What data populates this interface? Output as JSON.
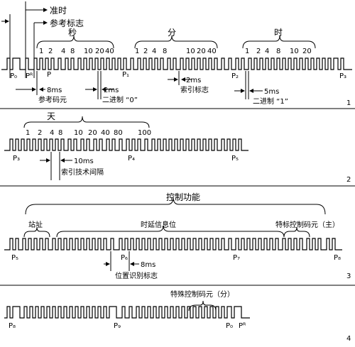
{
  "section1": {
    "top_labels": {
      "on_time": "准时",
      "ref_flag": "参考标志"
    },
    "groups": {
      "seconds": "秒",
      "minutes": "分",
      "hours": "时"
    },
    "sec_weights": [
      "1",
      "2",
      "4",
      "8",
      "10",
      "20",
      "40"
    ],
    "min_weights": [
      "1",
      "2",
      "4",
      "8",
      "10",
      "20",
      "40"
    ],
    "hour_weights": [
      "1",
      "2",
      "4",
      "8",
      "10",
      "20"
    ],
    "markers": {
      "p0": "P₀",
      "pr": "Pᴿ",
      "p": "P",
      "p1": "P₁",
      "p2": "P₂",
      "p3": "P₃"
    },
    "annotations": {
      "ms8": "8ms",
      "ref_code": "参考码元",
      "ms2a": "2ms",
      "binary0": "二进制 “0”",
      "ms2b": "2ms",
      "index_flag": "索引标志",
      "ms5": "5ms",
      "binary1": "二进制 “1”"
    },
    "number": "1"
  },
  "section2": {
    "group": "天",
    "day_weights": [
      "1",
      "2",
      "4",
      "8",
      "10",
      "20",
      "40",
      "80",
      "100"
    ],
    "markers": {
      "p3": "P₃",
      "p4": "P₄",
      "p5": "P₅"
    },
    "annotations": {
      "ms10": "10ms",
      "index_interval": "索引技术间隔"
    },
    "number": "2"
  },
  "section3": {
    "control": "控制功能",
    "station": "站址",
    "delay": "时延信息位",
    "special_main": "特标控制码元（主）",
    "markers": {
      "p5": "P₅",
      "p6": "P₆",
      "p7": "P₇",
      "p8": "P₈"
    },
    "annotations": {
      "ms8": "8ms",
      "pos_flag": "位置识别标志"
    },
    "number": "3"
  },
  "section4": {
    "special_sub": "特殊控制码元（分）",
    "markers": {
      "p8": "P₈",
      "p9": "P₉",
      "p0": "P₀",
      "pr": "Pᴿ"
    },
    "number": "4"
  }
}
